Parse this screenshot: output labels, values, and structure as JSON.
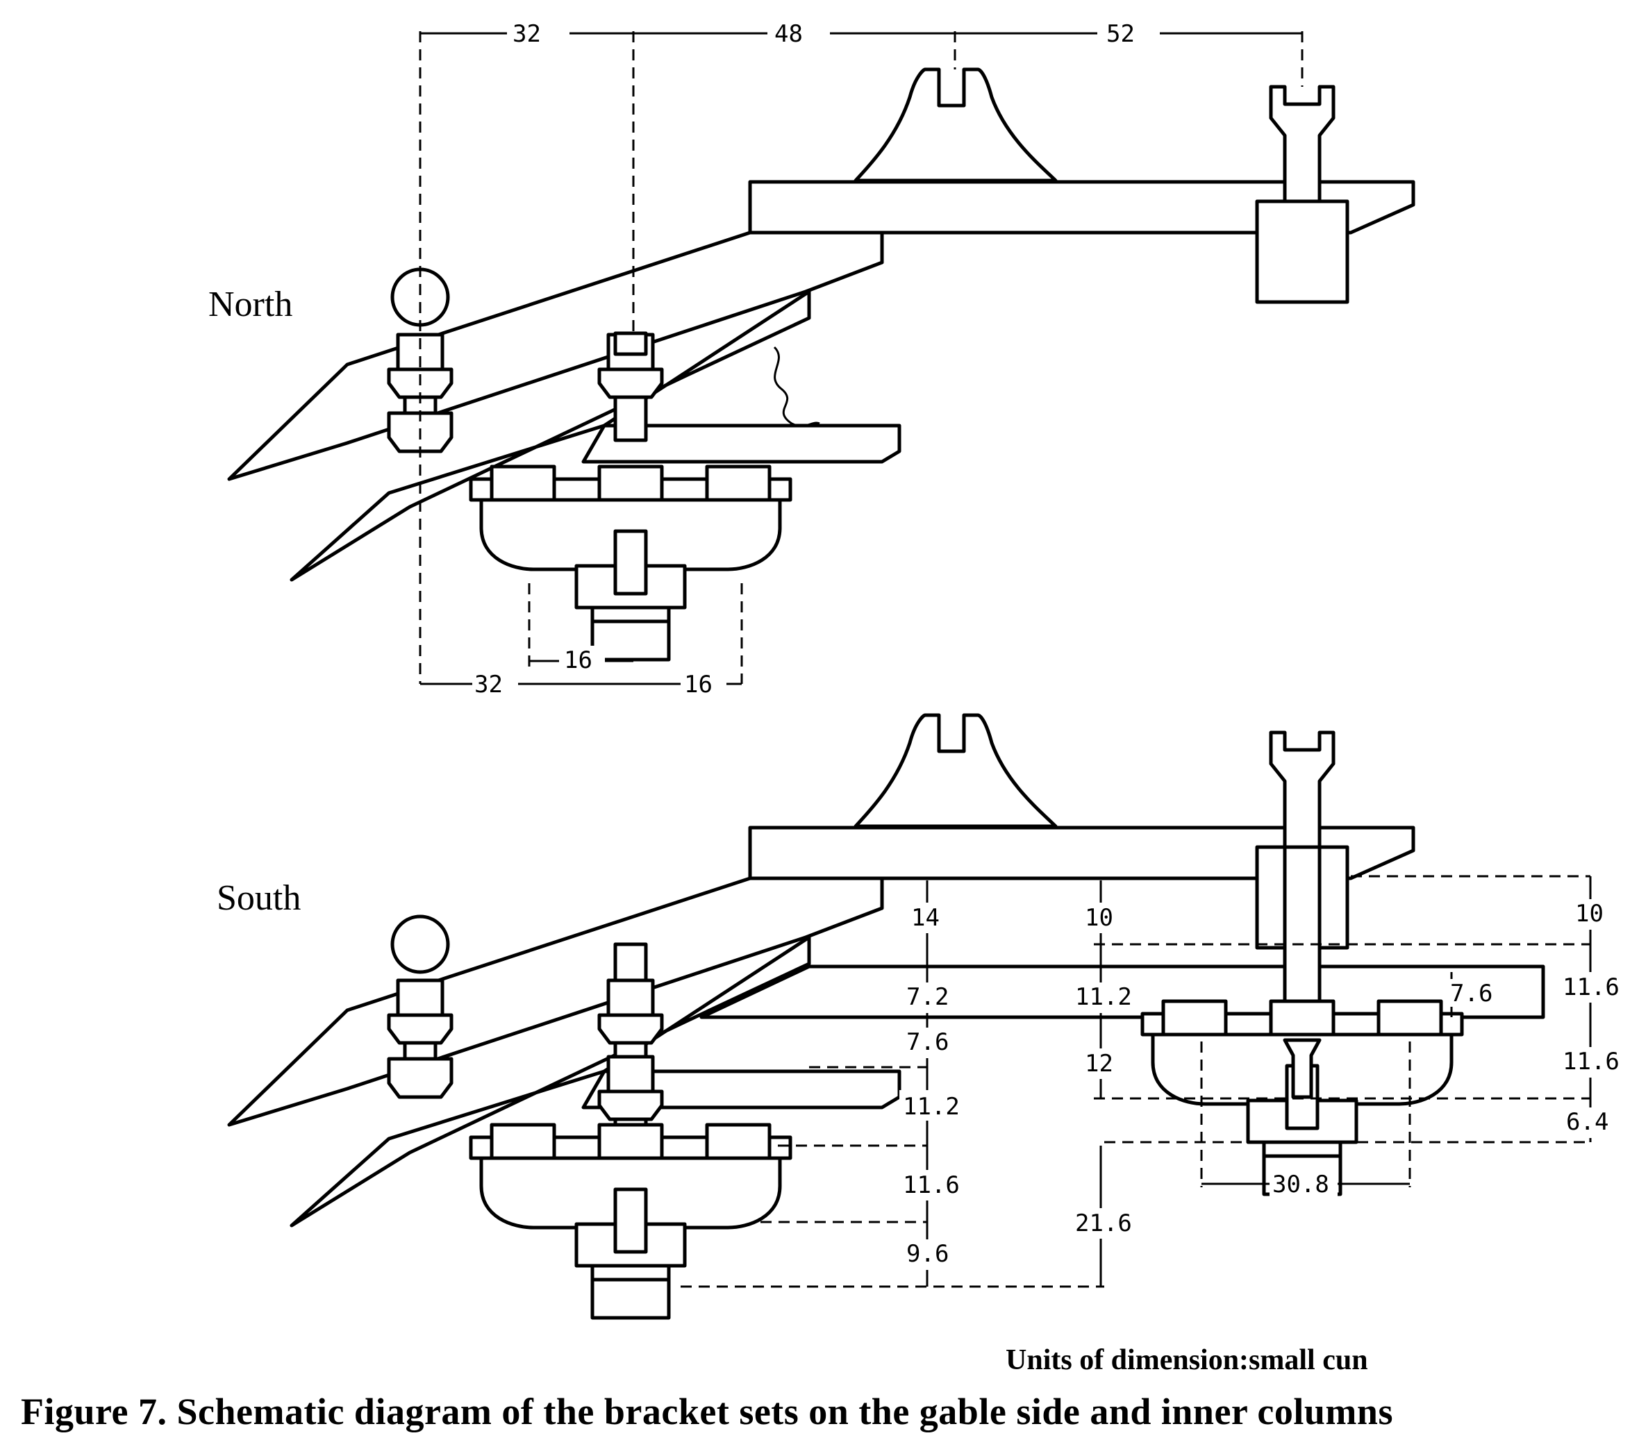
{
  "views": {
    "north": {
      "label": "North"
    },
    "south": {
      "label": "South"
    }
  },
  "dimensions": {
    "north_top": [
      "32",
      "48",
      "52"
    ],
    "north_bottom": [
      "16",
      "32",
      "16"
    ],
    "south_left_stack": [
      "14",
      "7.2",
      "7.6",
      "11.2",
      "11.6",
      "9.6"
    ],
    "south_mid_stack": [
      "10",
      "11.2",
      "12",
      "21.6"
    ],
    "south_right_stack": [
      "10",
      "11.6",
      "11.6",
      "6.4"
    ],
    "south_inner": [
      "7.6"
    ],
    "south_bottom": [
      "30.8"
    ]
  },
  "units_note": "Units of dimension:small cun",
  "caption": "Figure 7. Schematic diagram of the bracket sets on the gable side and inner columns"
}
